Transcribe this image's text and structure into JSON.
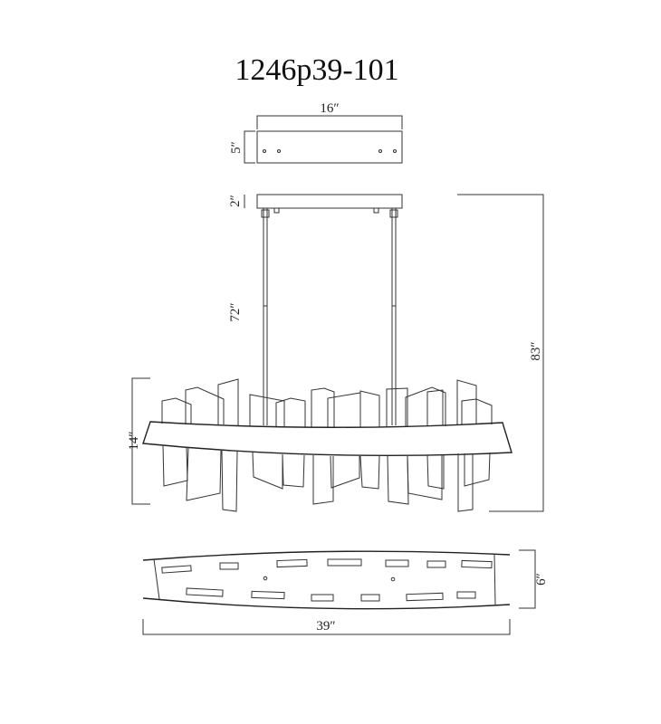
{
  "title": "1246p39-101",
  "dimensions": {
    "canopy_width": "16″",
    "canopy_depth": "5″",
    "canopy_height": "2″",
    "rod_length": "72″",
    "overall_height": "83″",
    "fixture_height": "14″",
    "fixture_depth": "6″",
    "fixture_width": "39″"
  }
}
